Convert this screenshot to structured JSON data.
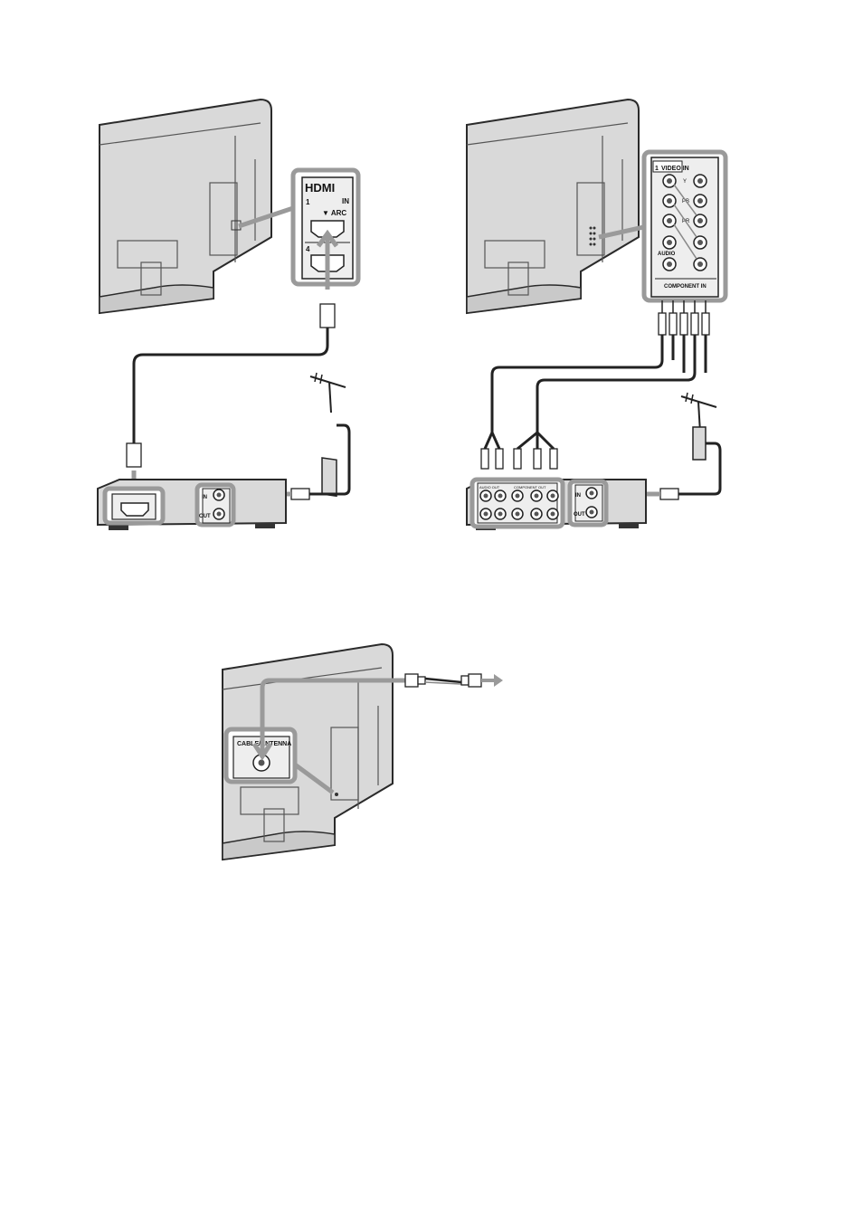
{
  "diagram": {
    "hdmi_panel": {
      "logo": "HDMI",
      "logo_sub": "IN",
      "port1_number": "1",
      "port1_label": "▼ ARC",
      "port4_number": "4"
    },
    "hdmi_box": {
      "in_label": "IN",
      "out_label": "OUT"
    },
    "component_panel": {
      "header": "VIDEO IN",
      "header_number": "1",
      "y_label": "Y",
      "pb_label": "PB",
      "pr_label": "PR",
      "audio_label": "AUDIO",
      "footer": "COMPONENT IN"
    },
    "component_box": {
      "audio_out_label": "AUDIO OUT",
      "component_out_label": "COMPONENT OUT",
      "in_label": "IN",
      "out_label": "OUT"
    },
    "antenna_panel": {
      "label": "CABLE/ANTENNA"
    }
  },
  "colors": {
    "tv_body": "#d9d9d9",
    "highlight_frame": "#9a9a9a",
    "cable": "#222222"
  }
}
